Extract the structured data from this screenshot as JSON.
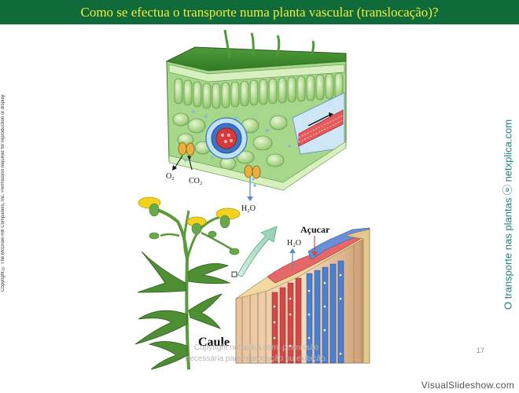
{
  "slide": {
    "title": "Como se efectua o transporte numa planta vascular (translocação)?",
    "copyright_left": "Copyright © The McGraw-Hill Companies, Inc. Permission required for reproduction or display.",
    "side_caption": "O transporte nas plantas ⓔ netxplica.com",
    "watermark_line1": "Copyright netxplica.com; permissão",
    "watermark_line2": "necessária para reprodução ou exibição.",
    "page_number": "17",
    "footer_brand": "VisualSlideshow.com"
  },
  "diagram": {
    "labels": {
      "o2": "O₂",
      "co2": "CO₂",
      "h2o_leaf": "H₂O",
      "h2o_stem": "H₂O",
      "sugar": "Açucar",
      "stem": "Caule"
    }
  }
}
